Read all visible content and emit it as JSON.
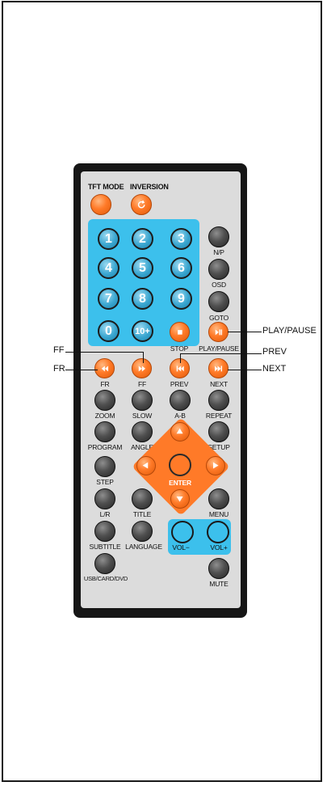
{
  "top_labels": {
    "tft_mode": "TFT MODE",
    "inversion": "INVERSION"
  },
  "numbers": [
    "1",
    "2",
    "3",
    "4",
    "5",
    "6",
    "7",
    "8",
    "9",
    "0",
    "10+"
  ],
  "labels": {
    "np": "N/P",
    "osd": "OSD",
    "goto": "GOTO",
    "stop": "STOP",
    "play_pause": "PLAY/PAUSE",
    "fr": "FR",
    "ff": "FF",
    "prev": "PREV",
    "next": "NEXT",
    "zoom": "ZOOM",
    "slow": "SLOW",
    "ab": "A-B",
    "repeat": "REPEAT",
    "program": "PROGRAM",
    "angle": "ANGLE",
    "setup": "SETUP",
    "step": "STEP",
    "enter": "ENTER",
    "lr": "L/R",
    "title": "TITLE",
    "menu": "MENU",
    "subtitle": "SUBTITLE",
    "language": "LANGUAGE",
    "vol_minus": "VOL−",
    "vol_plus": "VOL+",
    "usb": "USB/CARD/DVD",
    "mute": "MUTE"
  },
  "callouts": {
    "ff": "FF",
    "fr": "FR",
    "play_pause": "PLAY/PAUSE",
    "prev": "PREV",
    "next": "NEXT"
  },
  "colors": {
    "orange": "#ff7a28",
    "blue": "#3cc0ec",
    "dark": "#3a3a3a",
    "body": "#161616",
    "face": "#dcdcdc"
  }
}
